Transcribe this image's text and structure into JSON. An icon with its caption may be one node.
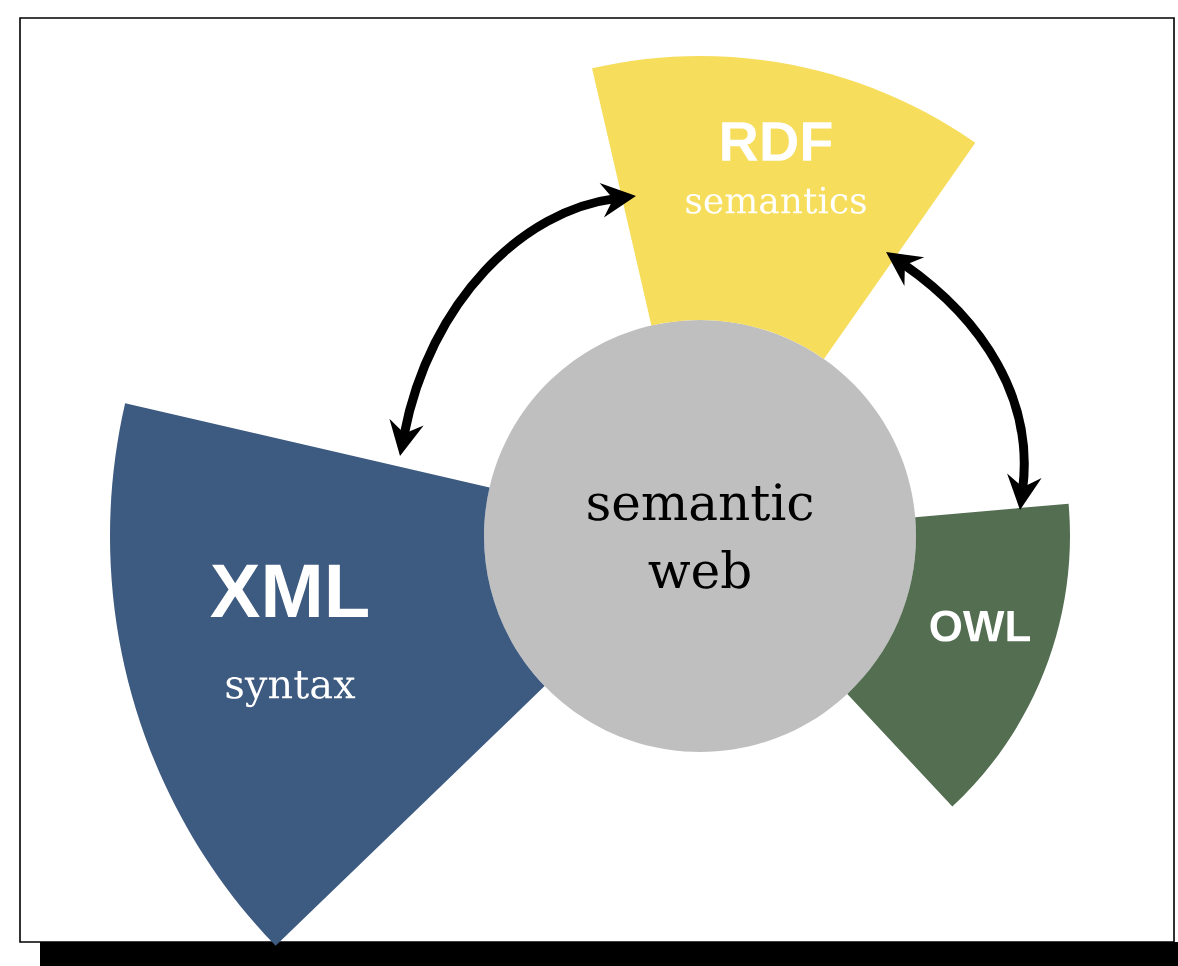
{
  "diagram": {
    "nodes": [
      {
        "text": [
          "semantic web"
        ]
      },
      {
        "text": [
          "XML",
          "syntax"
        ]
      },
      {
        "text": [
          "RDF",
          "semantics"
        ]
      },
      {
        "text": [
          "OWL"
        ]
      }
    ],
    "edges": [
      {
        "from": 1,
        "to": 2,
        "arrow": "both"
      },
      {
        "from": 2,
        "to": 3,
        "arrow": "both"
      }
    ]
  }
}
